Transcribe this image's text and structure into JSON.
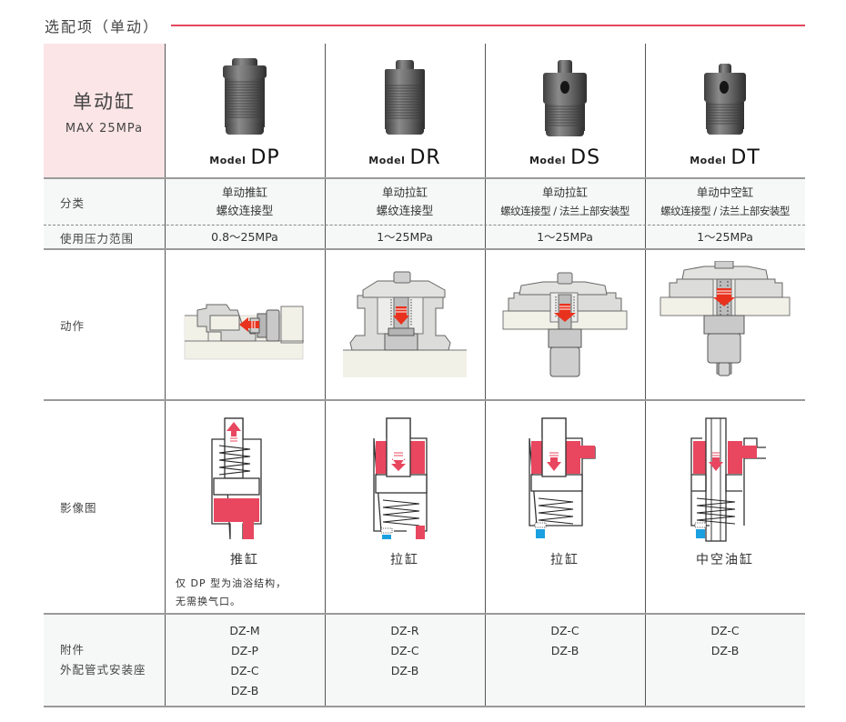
{
  "section_title": "选配项（单动）",
  "colors": {
    "accent_red": "#e5475d",
    "header_pink": "#fbe5e6",
    "row_gray": "#f6f7f7",
    "arrow_red": "#e8321e",
    "oil_pink": "#e8475f",
    "air_blue": "#1aa0e0"
  },
  "header": {
    "main_label": "单动缸",
    "main_sub": "MAX 25MPa",
    "model_prefix": "Model",
    "models": [
      "DP",
      "DR",
      "DS",
      "DT"
    ]
  },
  "rows": {
    "category": {
      "label": "分类",
      "values": [
        [
          "单动推缸",
          "螺纹连接型"
        ],
        [
          "单动拉缸",
          "螺纹连接型"
        ],
        [
          "单动拉缸",
          "螺纹连接型 / 法兰上部安装型"
        ],
        [
          "单动中空缸",
          "螺纹连接型 / 法兰上部安装型"
        ]
      ]
    },
    "pressure": {
      "label": "使用压力范围",
      "values": [
        "0.8～25MPa",
        "1～25MPa",
        "1～25MPa",
        "1～25MPa"
      ]
    },
    "action": {
      "label": "动作"
    },
    "schematic": {
      "label": "影像图",
      "captions": [
        "推缸",
        "拉缸",
        "拉缸",
        "中空油缸"
      ],
      "note": [
        "仅 DP 型为油浴结构，",
        "无需换气口。"
      ]
    },
    "accessories": {
      "label": [
        "附件",
        "外配管式安装座"
      ],
      "values": [
        [
          "DZ-M",
          "DZ-P",
          "DZ-C",
          "DZ-B"
        ],
        [
          "DZ-R",
          "DZ-C",
          "DZ-B"
        ],
        [
          "DZ-C",
          "DZ-B"
        ],
        [
          "DZ-C",
          "DZ-B"
        ]
      ]
    }
  }
}
